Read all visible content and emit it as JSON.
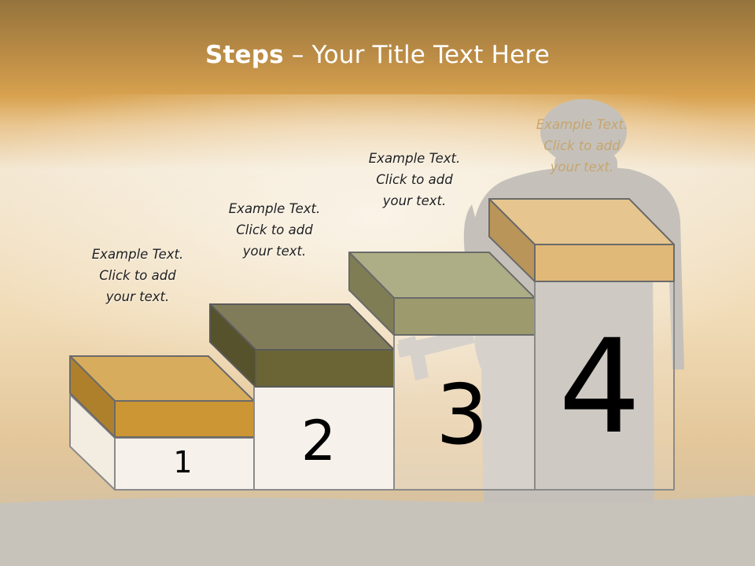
{
  "title": {
    "bold": "Steps",
    "rest": " – Your Title Text Here"
  },
  "steps": [
    {
      "number": "1",
      "text": [
        "Example Text.",
        "Click  to add",
        "your text."
      ]
    },
    {
      "number": "2",
      "text": [
        "Example Text.",
        "Click  to add",
        "your text."
      ]
    },
    {
      "number": "3",
      "text": [
        "Example Text.",
        "Click  to add",
        "your text."
      ]
    },
    {
      "number": "4",
      "text": [
        "Example Text.",
        "Click  to add",
        "your text."
      ]
    }
  ],
  "colors": {
    "header_top": "#9c7a3f",
    "header_band": "#d9a450",
    "sky": "#f3ead9",
    "ground": "#c9c4bb",
    "silhouette": "#c4c0b9",
    "step1_top": "#d7ac5c",
    "step1_front": "#cc9634",
    "step1_side": "#ad7f2c",
    "step2_top": "#7f7b57",
    "step2_front": "#6b6535",
    "step2_side": "#55522b",
    "step3_top": "#adad85",
    "step3_front": "#9d9a6c",
    "step3_side": "#7e7c52",
    "step4_top": "#e6c68e",
    "step4_front": "#e0b877",
    "step4_side": "#b99558",
    "outline": "#6e6e6e"
  }
}
